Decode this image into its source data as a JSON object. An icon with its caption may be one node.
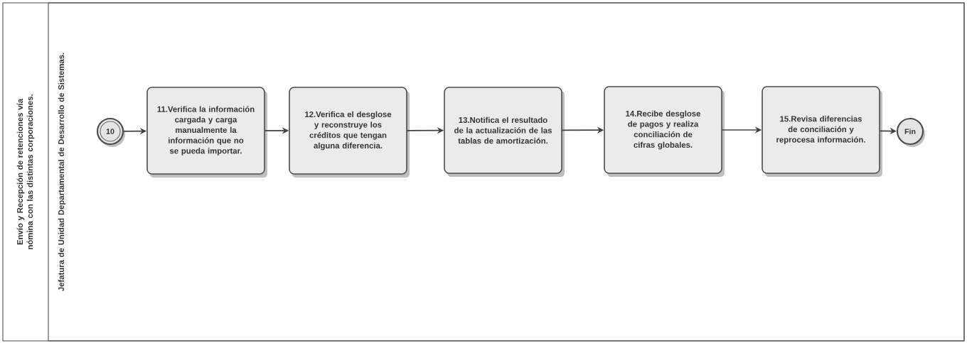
{
  "diagram": {
    "nodes": [
      {
        "text": [
          "Envío y Recepción de retenciones vía nómina con las distintas corporaciones."
        ]
      },
      {
        "text": [
          "Jefatura de Unidad Departamental de Desarrollo de Sistemas."
        ],
        "in": 0
      },
      {
        "text": [
          "10"
        ],
        "in": 1
      },
      {
        "text": [
          "11.Verifica la información cargada y carga manualmente la información que no se pueda importar."
        ],
        "in": 1
      },
      {
        "text": [
          "12.Verifica el desglose y reconstruye los créditos que tengan alguna diferencia."
        ],
        "in": 1
      },
      {
        "text": [
          "13.Notifica el resultado de la actualización de las tablas de amortización."
        ],
        "in": 1
      },
      {
        "text": [
          "14.Recibe desglose de pagos y realiza conciliación de cifras globales."
        ],
        "in": 1
      },
      {
        "text": [
          "15.Revisa diferencias de conciliación y reprocesa información."
        ],
        "in": 1
      },
      {
        "text": [
          "Fin"
        ],
        "in": 1
      }
    ],
    "edges": [
      {
        "from": 2,
        "to": 3,
        "arrow": "to"
      },
      {
        "from": 3,
        "to": 4,
        "arrow": "to"
      },
      {
        "from": 4,
        "to": 5,
        "arrow": "to"
      },
      {
        "from": 5,
        "to": 6,
        "arrow": "to"
      },
      {
        "from": 6,
        "to": 7,
        "arrow": "to"
      },
      {
        "from": 7,
        "to": 8,
        "arrow": "to"
      }
    ]
  }
}
